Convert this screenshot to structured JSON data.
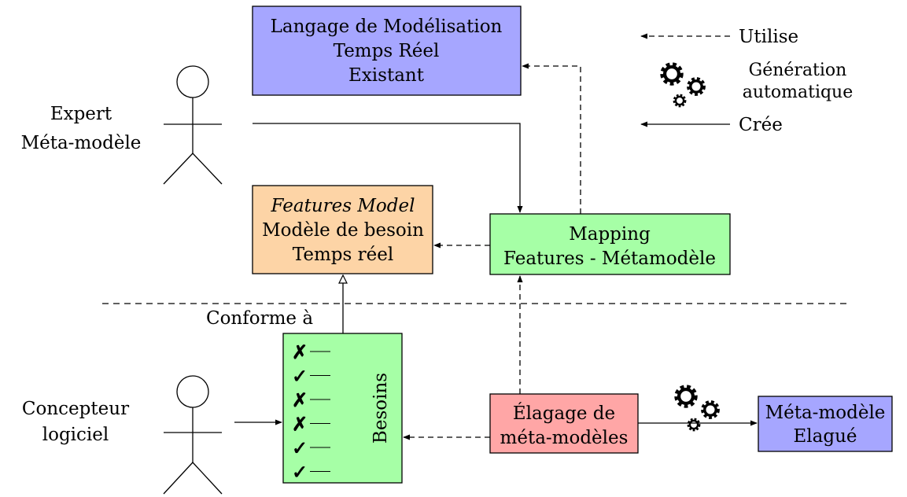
{
  "boxes": {
    "language": {
      "lines": [
        "Langage de Modélisation",
        "Temps Réel",
        "Existant"
      ],
      "fill": "#a6a6ff"
    },
    "features": {
      "title": "Features Model",
      "lines": [
        "Modèle de besoin",
        "Temps réel"
      ],
      "fill": "#fdd4a6"
    },
    "mapping": {
      "lines": [
        "Mapping",
        "Features - Métamodèle"
      ],
      "fill": "#a6ffa6"
    },
    "besoins": {
      "label": "Besoins",
      "fill": "#a6ffa6",
      "marks": [
        "✗",
        "✓",
        "✗",
        "✗",
        "✓",
        "✓"
      ]
    },
    "elagage": {
      "lines": [
        "Élagage de",
        "méta-modèles"
      ],
      "fill": "#ffa6a6"
    },
    "meta_elague": {
      "lines": [
        "Méta-modèle",
        "Elagué"
      ],
      "fill": "#a6a6ff"
    }
  },
  "actors": {
    "expert": {
      "lines": [
        "Expert",
        "Méta-modèle"
      ]
    },
    "concepteur": {
      "lines": [
        "Concepteur",
        "logiciel"
      ]
    }
  },
  "labels": {
    "conforme": "Conforme à"
  },
  "legend": {
    "utilise": "Utilise",
    "generation": [
      "Génération",
      "automatique"
    ],
    "cree": "Crée"
  }
}
